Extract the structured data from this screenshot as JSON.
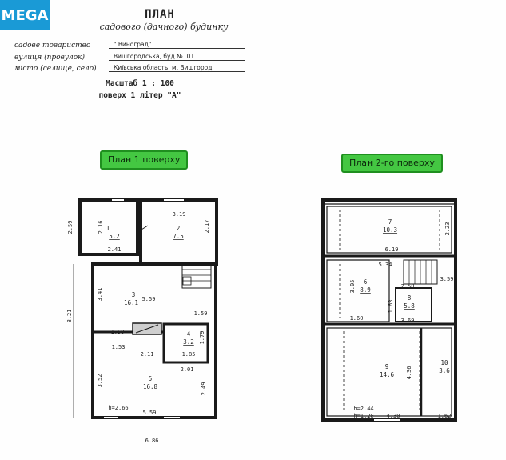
{
  "logo": "MEGA",
  "header": {
    "title": "ПЛАН",
    "subtitle": "садового (дачного) будинку",
    "fields": [
      {
        "label": "садове товариство",
        "value": "\" Виноград\""
      },
      {
        "label": "вулиця (провулок)",
        "value": "Вишгородська, буд.№101"
      },
      {
        "label": "місто (селище, село)",
        "value": "Київська область, м. Вишгород"
      }
    ],
    "scale": "Масштаб 1 : 100",
    "floor": "поверх 1 літер \"А\""
  },
  "plans": {
    "first": {
      "label": "План 1 поверху",
      "rooms": [
        {
          "num": "1",
          "area": "5.2"
        },
        {
          "num": "2",
          "area": "7.5"
        },
        {
          "num": "3",
          "area": "16.1"
        },
        {
          "num": "4",
          "area": "3.2"
        },
        {
          "num": "5",
          "area": "16.8"
        }
      ],
      "dims": [
        "2.59",
        "2.16",
        "2.41",
        "3.19",
        "2.17",
        "3.41",
        "5.59",
        "8.21",
        "1.59",
        "1.50",
        "1.53",
        "1.79",
        "2.11",
        "1.85",
        "2.01",
        "3.52",
        "2.49",
        "h=2.66",
        "5.59",
        "6.86"
      ]
    },
    "second": {
      "label": "План 2-го поверху",
      "rooms": [
        {
          "num": "7",
          "area": "10.3"
        },
        {
          "num": "6",
          "area": "8.9"
        },
        {
          "num": "8",
          "area": "5.8"
        },
        {
          "num": "9",
          "area": "14.6"
        },
        {
          "num": "10",
          "area": "3.6"
        }
      ],
      "dims": [
        "2.23",
        "6.19",
        "5.34",
        "3.05",
        "2.50",
        "3.59",
        "1.63",
        "1.60",
        "3.69",
        "4.36",
        "h=2.44",
        "h=1.20",
        "4.30",
        "1.62"
      ]
    }
  }
}
